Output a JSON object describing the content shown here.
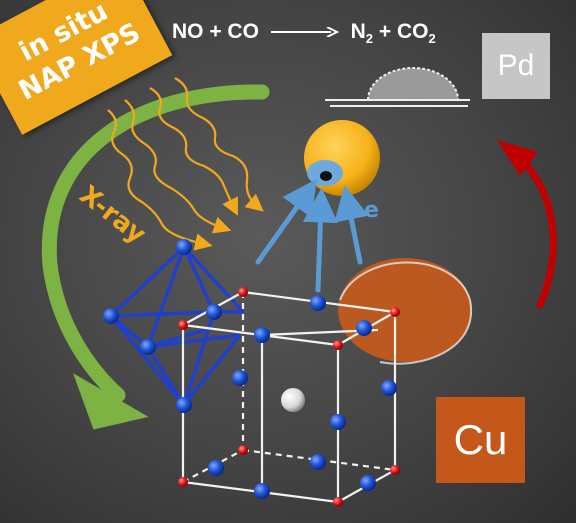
{
  "badge": {
    "line1": "in situ",
    "line2": "NAP XPS"
  },
  "equation": {
    "reactants": "NO + CO",
    "product_n": "N",
    "product_n_sub": "2",
    "plus": " + CO",
    "product_co_sub": "2"
  },
  "labels": {
    "xray": "X-ray",
    "electron": "e",
    "pd": "Pd",
    "cu": "Cu"
  },
  "colors": {
    "badge": "#f0a81c",
    "green_arrow": "#7cb342",
    "red_arrow": "#c00000",
    "cu_box": "#c4581a",
    "pd_box": "#c6c6c6",
    "atom_blue": "#1f55d6",
    "atom_red": "#e81010",
    "electron_beam": "#5b9bd5"
  }
}
